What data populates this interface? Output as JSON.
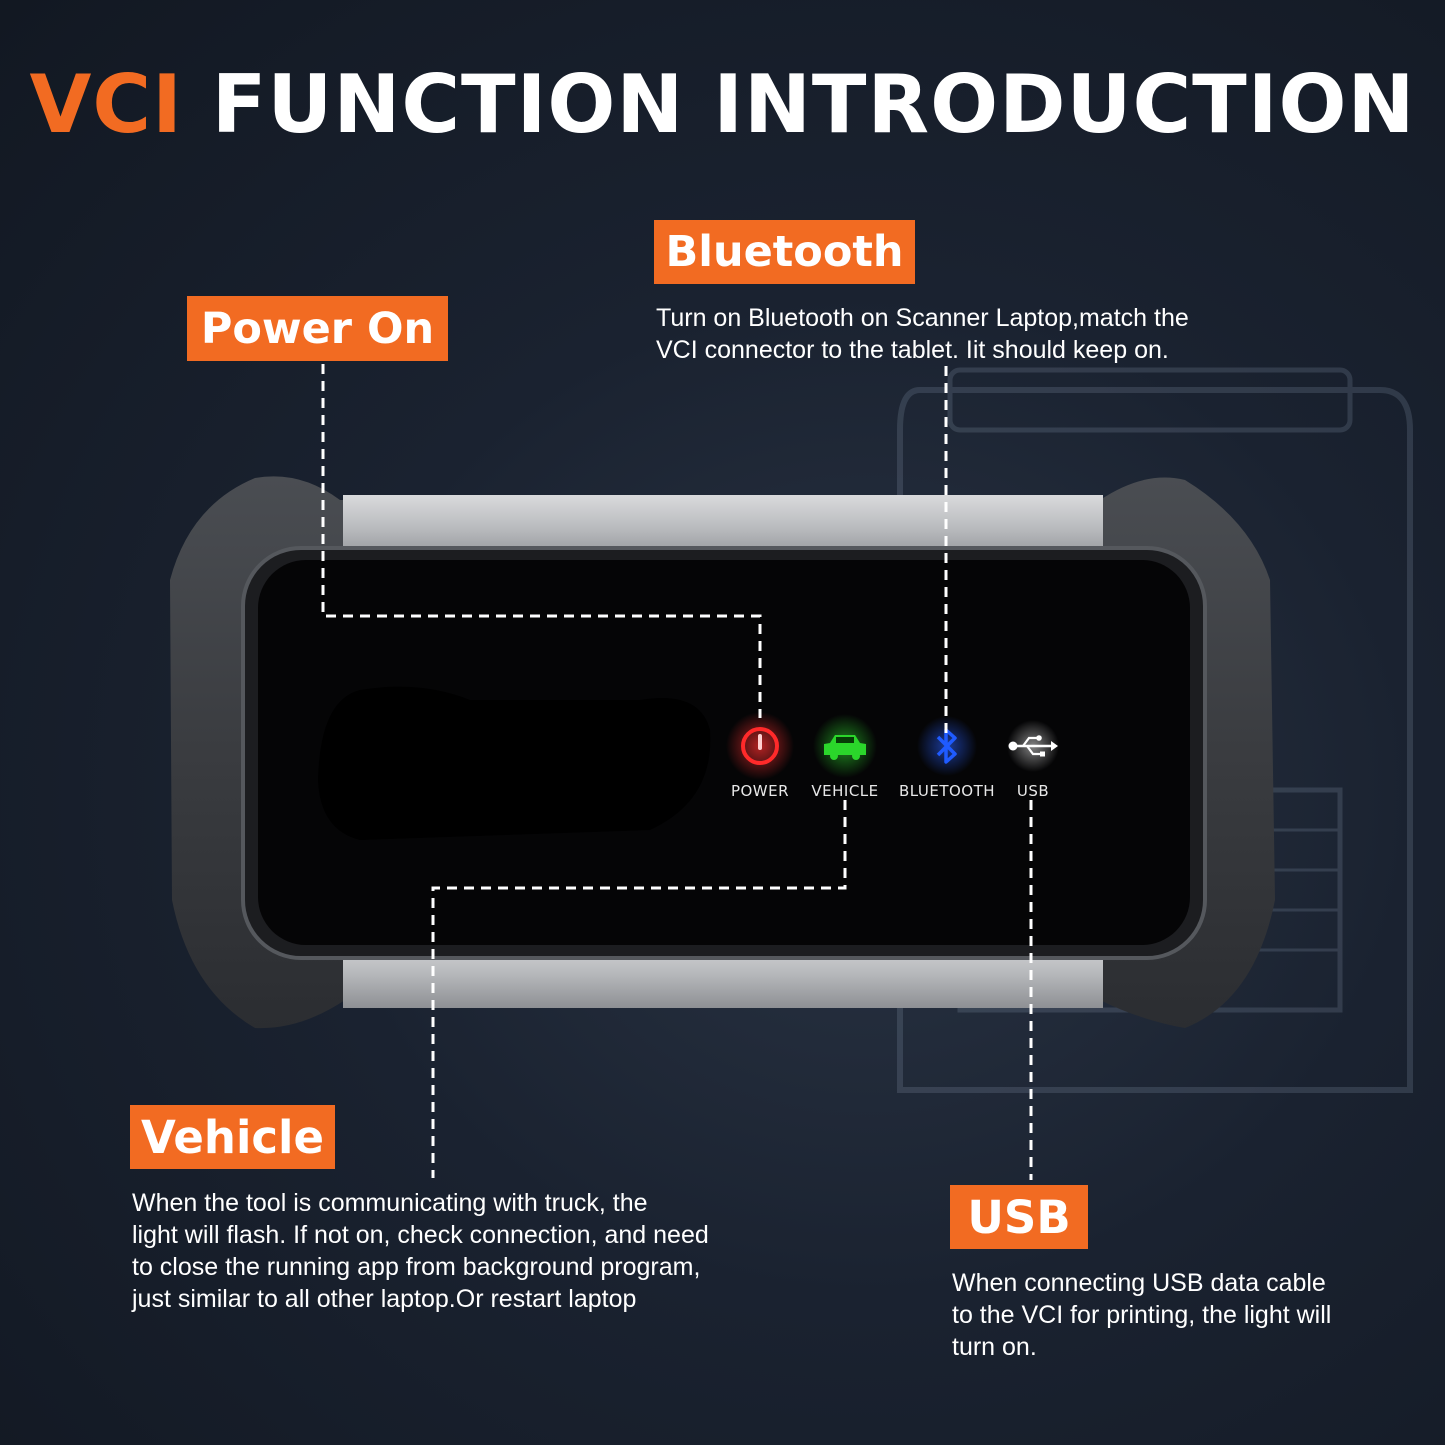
{
  "title": {
    "accent": "VCI",
    "rest": "FUNCTION INTRODUCTION"
  },
  "sections": {
    "power": {
      "tag": "Power On"
    },
    "bluetooth": {
      "tag": "Bluetooth",
      "lines": [
        "Turn on Bluetooth on Scanner Laptop,match the",
        "VCI connector to the tablet. Iit should keep on."
      ]
    },
    "vehicle": {
      "tag": "Vehicle",
      "lines": [
        "When the tool is communicating with truck, the",
        "light will flash. If not on, check connection, and need",
        "to close the running app from background program,",
        "just similar to all other laptop.Or restart laptop"
      ]
    },
    "usb": {
      "tag": "USB",
      "lines": [
        "When connecting USB data cable",
        "to the VCI for printing, the light will",
        "turn on."
      ]
    }
  },
  "leds": [
    {
      "label": "POWER",
      "icon": "power-icon",
      "color": "#ff2a2a"
    },
    {
      "label": "VEHICLE",
      "icon": "car-icon",
      "color": "#2bd62b"
    },
    {
      "label": "BLUETOOTH",
      "icon": "bluetooth-icon",
      "color": "#1f5bff"
    },
    {
      "label": "USB",
      "icon": "usb-icon",
      "color": "#ffffff"
    }
  ],
  "colors": {
    "accent": "#f26b22",
    "background": "#1a2230"
  }
}
